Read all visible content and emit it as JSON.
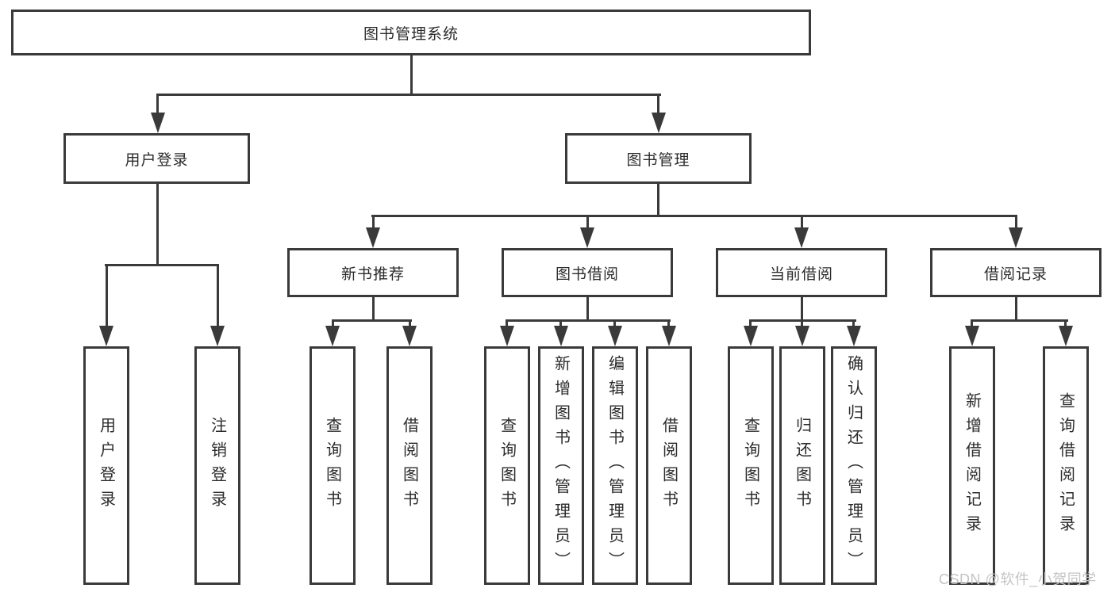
{
  "tree": {
    "label": "图书管理系统",
    "children": [
      {
        "label": "用户登录",
        "children": [
          {
            "label": "用户登录"
          },
          {
            "label": "注销登录"
          }
        ]
      },
      {
        "label": "图书管理",
        "children": [
          {
            "label": "新书推荐",
            "children": [
              {
                "label": "查询图书"
              },
              {
                "label": "借阅图书"
              }
            ]
          },
          {
            "label": "图书借阅",
            "children": [
              {
                "label": "查询图书"
              },
              {
                "label": "新增图书（管理员）"
              },
              {
                "label": "编辑图书（管理员）"
              },
              {
                "label": "借阅图书"
              }
            ]
          },
          {
            "label": "当前借阅",
            "children": [
              {
                "label": "查询图书"
              },
              {
                "label": "归还图书"
              },
              {
                "label": "确认归还（管理员）"
              }
            ]
          },
          {
            "label": "借阅记录",
            "children": [
              {
                "label": "新增借阅记录"
              },
              {
                "label": "查询借阅记录"
              }
            ]
          }
        ]
      }
    ]
  },
  "watermark": {
    "text": "CSDN @软件_小贺同学"
  },
  "colors": {
    "line": "#3a3a3a",
    "text": "#2b2b2b",
    "watermark": "#c4c4c4",
    "bg": "#ffffff"
  }
}
